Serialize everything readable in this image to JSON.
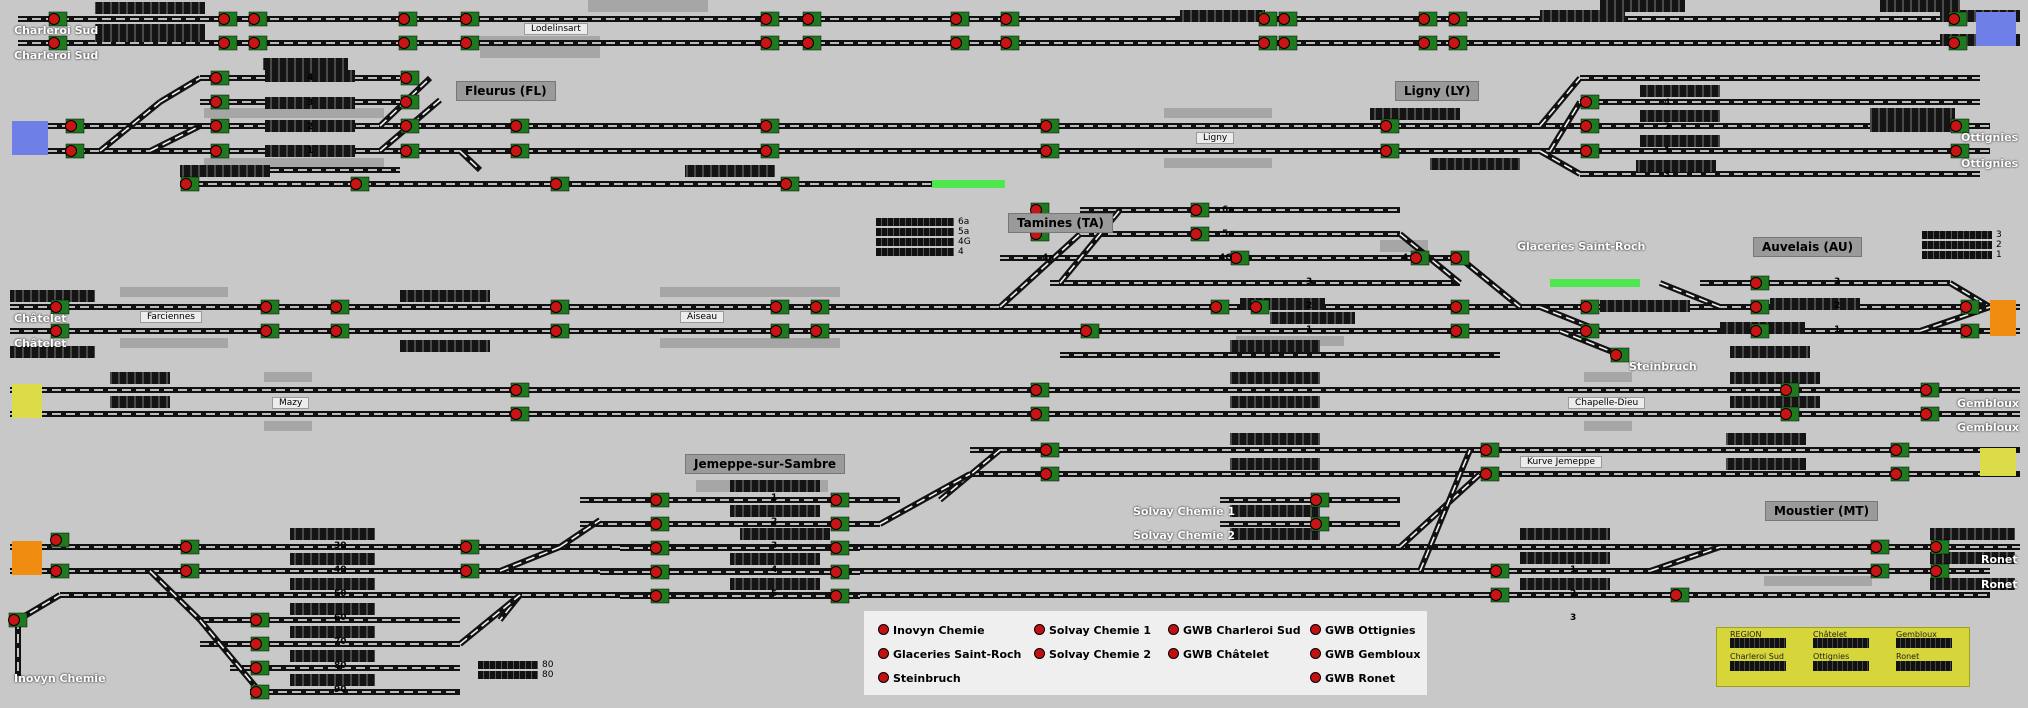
{
  "stations": {
    "charleroi_sud_1": "Charleroi Sud",
    "charleroi_sud_2": "Charleroi Sud",
    "chatelet_1": "Châtelet",
    "chatelet_2": "Châtelet",
    "ottignies_1": "Ottignies",
    "ottignies_2": "Ottignies",
    "gembloux_1": "Gembloux",
    "gembloux_2": "Gembloux",
    "ronet_1": "Ronet",
    "ronet_2": "Ronet",
    "inovyn_chemie": "Inovyn Chemie",
    "glaceries": "Glaceries Saint-Roch",
    "steinbruch": "Steinbruch",
    "solvay_1": "Solvay Chemie 1",
    "solvay_2": "Solvay Chemie 2"
  },
  "boxed_stations": {
    "fleurus": "Fleurus (FL)",
    "ligny": "Ligny (LY)",
    "tamines": "Tamines (TA)",
    "auvelais": "Auvelais (AU)",
    "jemeppe": "Jemeppe-sur-Sambre",
    "moustier": "Moustier (MT)"
  },
  "halts": {
    "lodelinsart": "Lodelinsart",
    "ligny_halt": "Ligny",
    "farciennes": "Farciennes",
    "aiseau": "Aiseau",
    "mazy": "Mazy",
    "chapelle_dieu": "Chapelle-Dieu",
    "kurve_jemeppe": "Kurve Jemeppe"
  },
  "fleurus_tracks": [
    "4",
    "3",
    "2",
    "1"
  ],
  "ligny_tracks": [
    "4",
    "2",
    "1",
    "3"
  ],
  "tamines_tracks": [
    "4a",
    "4G",
    "4",
    "3",
    "2",
    "1"
  ],
  "tamines_upper_tracks": [
    "6a",
    "5a"
  ],
  "tamines_counter_labels": [
    "6a",
    "5a",
    "4G",
    "4"
  ],
  "jemeppe_tracks": [
    "1",
    "2",
    "3",
    "4",
    "5"
  ],
  "inovyn_tracks": [
    "30",
    "40",
    "50",
    "60",
    "70",
    "80",
    "90"
  ],
  "inovyn_counter_labels": [
    "80",
    "80"
  ],
  "auvelais_tracks": [
    "3",
    "2",
    "1"
  ],
  "auvelais_counter_labels": [
    "3",
    "2",
    "1"
  ],
  "moustier_tracks": [
    "1",
    "2",
    "3"
  ],
  "legend": {
    "items": [
      "Inovyn Chemie",
      "Glaceries Saint-Roch",
      "Steinbruch",
      "Solvay Chemie 1",
      "Solvay Chemie 2",
      "GWB Charleroi Sud",
      "GWB Châtelet",
      "GWB Ottignies",
      "GWB Gembloux",
      "GWB Ronet"
    ]
  },
  "region_panel": {
    "labels": [
      "REGION",
      "Châtelet",
      "Gembloux",
      "Charleroi Sud",
      "Ottignies",
      "Ronet"
    ]
  },
  "colors": {
    "background": "#c8c8c8",
    "track": "#111111",
    "track_inner": "#f2f2f2",
    "signal_red": "#c81414",
    "signal_green": "#1f7a1f",
    "exit_blue": "#6f7fe8",
    "exit_orange": "#f08c10",
    "exit_yellow": "#dcdc48",
    "route_green": "#4ee84e"
  }
}
